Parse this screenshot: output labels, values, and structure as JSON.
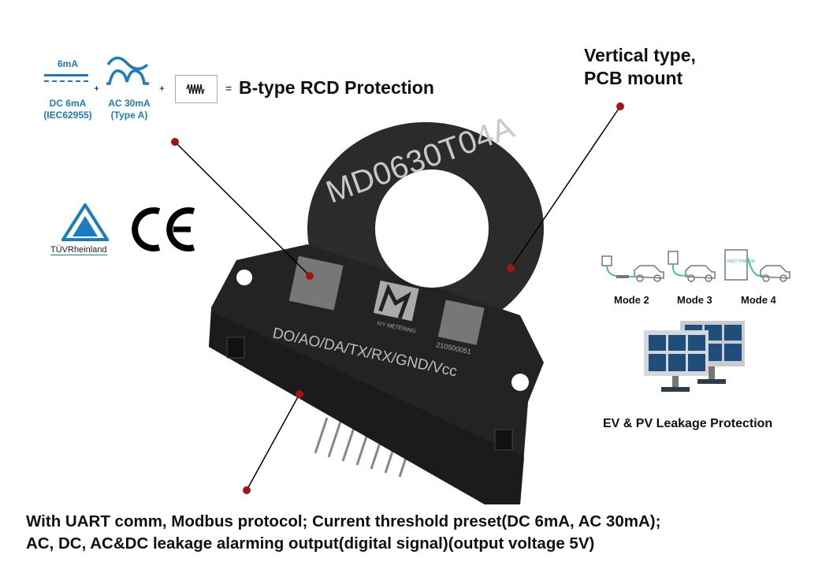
{
  "formula": {
    "dc_top": "6mA",
    "dc_label": "DC 6mA",
    "dc_std": "(IEC62955)",
    "plus": "+",
    "ac_label": "AC 30mA",
    "ac_type": "(Type A)",
    "equals": "=",
    "result": "B-type RCD Protection"
  },
  "mount": {
    "line1": "Vertical type,",
    "line2": "PCB mount"
  },
  "certs": {
    "tuv": "TÜVRheinland",
    "ce": "CE"
  },
  "device": {
    "model": "MD0630T04A",
    "pins": "DO/AO/DA/TX/RX/GND/Vcc",
    "brand": "IVY METERING",
    "serial": "210500051"
  },
  "modes": [
    {
      "label": "Mode 2"
    },
    {
      "label": "Mode 3"
    },
    {
      "label": "Mode 4",
      "badge": "FAST CHARGE"
    }
  ],
  "pv_caption": "EV & PV Leakage Protection",
  "features": {
    "line1": "With UART comm, Modbus protocol; Current threshold preset(DC 6mA, AC 30mA);",
    "line2": "AC, DC, AC&DC leakage alarming output(digital signal)(output voltage 5V)"
  },
  "colors": {
    "blue": "#1a7cc1",
    "red": "#a31515",
    "green": "#2ecc71",
    "panel": "#1f4e7a"
  }
}
